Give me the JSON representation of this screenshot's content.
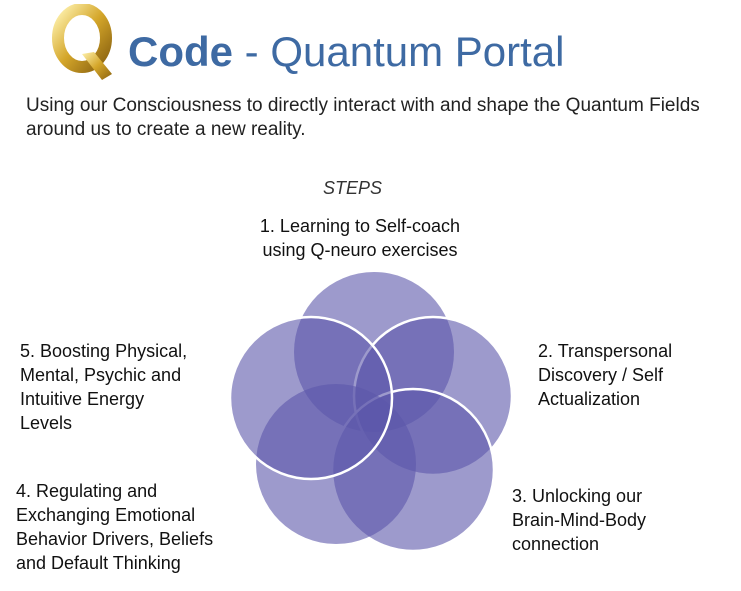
{
  "header": {
    "logo_letter": "Q",
    "title_bold": "Code",
    "title_rest": " - Quantum Portal",
    "subtitle": "Using our Consciousness to directly interact with and shape the Quantum Fields around us to create a new reality."
  },
  "steps_heading": "STEPS",
  "steps": [
    {
      "lines": [
        "1. Learning to Self-coach",
        "using Q-neuro exercises"
      ]
    },
    {
      "lines": [
        "2. Transpersonal",
        "Discovery / Self",
        "Actualization"
      ]
    },
    {
      "lines": [
        "3. Unlocking our",
        "Brain-Mind-Body",
        "connection"
      ]
    },
    {
      "lines": [
        "4. Regulating and",
        "Exchanging Emotional",
        "Behavior Drivers, Beliefs",
        "and Default Thinking"
      ]
    },
    {
      "lines": [
        "5. Boosting Physical,",
        "Mental, Psychic and",
        "Intuitive Energy",
        "Levels"
      ]
    }
  ],
  "colors": {
    "title": "#3e6aa3",
    "circle": "#5b57aa"
  }
}
